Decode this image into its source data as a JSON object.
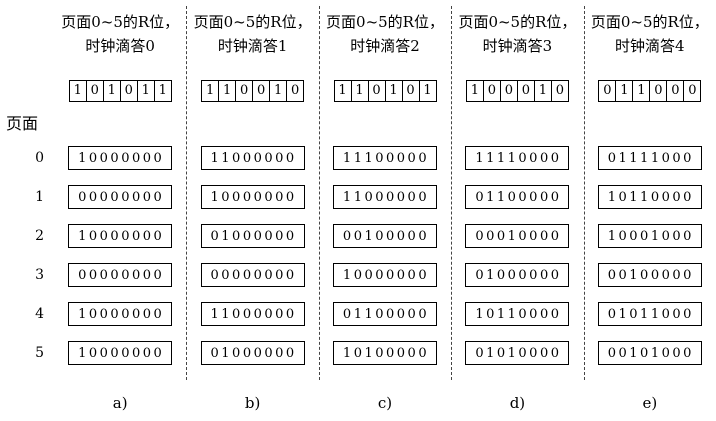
{
  "page_label": "页面",
  "row_labels": [
    "0",
    "1",
    "2",
    "3",
    "4",
    "5"
  ],
  "columns": [
    {
      "header_line1": "页面0~5的R位，",
      "header_line2": "时钟滴答0",
      "r_bits": [
        "1",
        "0",
        "1",
        "0",
        "1",
        "1"
      ],
      "counters": [
        "10000000",
        "00000000",
        "10000000",
        "00000000",
        "10000000",
        "10000000"
      ],
      "footer": "a)"
    },
    {
      "header_line1": "页面0~5的R位，",
      "header_line2": "时钟滴答1",
      "r_bits": [
        "1",
        "1",
        "0",
        "0",
        "1",
        "0"
      ],
      "counters": [
        "11000000",
        "10000000",
        "01000000",
        "00000000",
        "11000000",
        "01000000"
      ],
      "footer": "b)"
    },
    {
      "header_line1": "页面0~5的R位，",
      "header_line2": "时钟滴答2",
      "r_bits": [
        "1",
        "1",
        "0",
        "1",
        "0",
        "1"
      ],
      "counters": [
        "11100000",
        "11000000",
        "00100000",
        "10000000",
        "01100000",
        "10100000"
      ],
      "footer": "c)"
    },
    {
      "header_line1": "页面0~5的R位，",
      "header_line2": "时钟滴答3",
      "r_bits": [
        "1",
        "0",
        "0",
        "0",
        "1",
        "0"
      ],
      "counters": [
        "11110000",
        "01100000",
        "00010000",
        "01000000",
        "10110000",
        "01010000"
      ],
      "footer": "d)"
    },
    {
      "header_line1": "页面0~5的R位，",
      "header_line2": "时钟滴答4",
      "r_bits": [
        "0",
        "1",
        "1",
        "0",
        "0",
        "0"
      ],
      "counters": [
        "01111000",
        "10110000",
        "10001000",
        "00100000",
        "01011000",
        "00101000"
      ],
      "footer": "e)"
    }
  ]
}
